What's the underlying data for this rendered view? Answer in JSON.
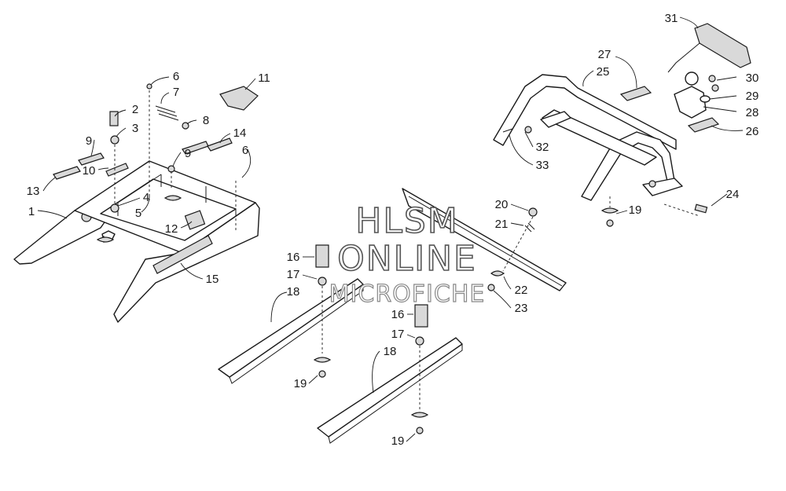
{
  "watermark": {
    "line1": "HLSM",
    "line2": "ONLINE",
    "line3": "MICROFICHE"
  },
  "callouts": {
    "n1": "1",
    "n2": "2",
    "n3": "3",
    "n4": "4",
    "n5": "5",
    "n6a": "6",
    "n6b": "6",
    "n7": "7",
    "n8": "8",
    "n9a": "9",
    "n9b": "9",
    "n10": "10",
    "n11": "11",
    "n12": "12",
    "n13": "13",
    "n14": "14",
    "n15": "15",
    "n16a": "16",
    "n16b": "16",
    "n17a": "17",
    "n17b": "17",
    "n18a": "18",
    "n18b": "18",
    "n19a": "19",
    "n19b": "19",
    "n19c": "19",
    "n20": "20",
    "n21": "21",
    "n22": "22",
    "n23": "23",
    "n24": "24",
    "n25": "25",
    "n26": "26",
    "n27": "27",
    "n28": "28",
    "n29": "29",
    "n30": "30",
    "n31": "31",
    "n32": "32",
    "n33": "33"
  }
}
